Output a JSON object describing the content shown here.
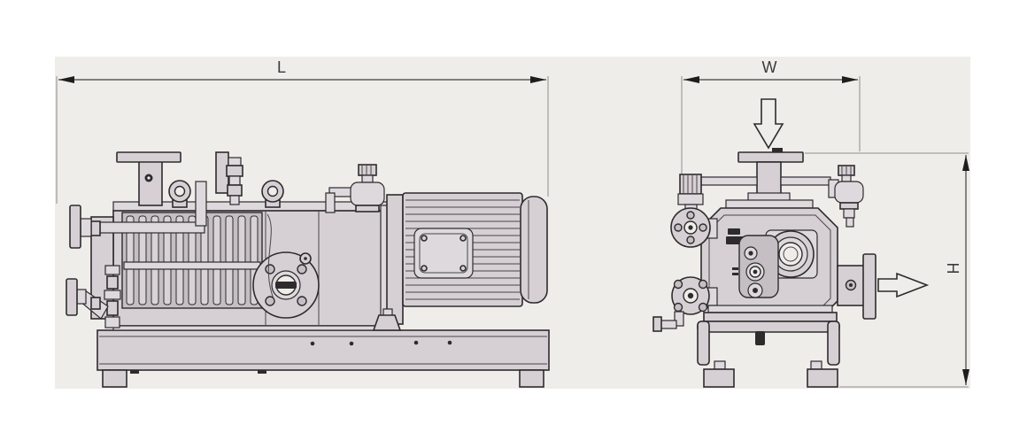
{
  "drawing": {
    "kind": "technical-dimensional-drawing",
    "subject": "vacuum pump with drive motor on baseplate, side view and end view",
    "canvas_color": "#ffffff",
    "panel_color": "#efedea"
  },
  "dimensions": {
    "length": {
      "label": "L",
      "view": "side"
    },
    "width": {
      "label": "W",
      "view": "end"
    },
    "height": {
      "label": "H",
      "view": "end"
    }
  },
  "flow_indicators": {
    "inlet": {
      "icon": "inlet-flow-down-arrow",
      "direction": "down"
    },
    "outlet": {
      "icon": "outlet-flow-right-arrow",
      "direction": "right"
    }
  },
  "colors": {
    "part_fill": "#d6d0d4",
    "part_fill_light": "#ded9dc",
    "part_fill_dark": "#c5bfc3",
    "outline": "#2e2b2d",
    "dimension_line": "#3f3f3f",
    "extension_line": "#8f8d8b",
    "label_text": "#3c3a3a"
  }
}
